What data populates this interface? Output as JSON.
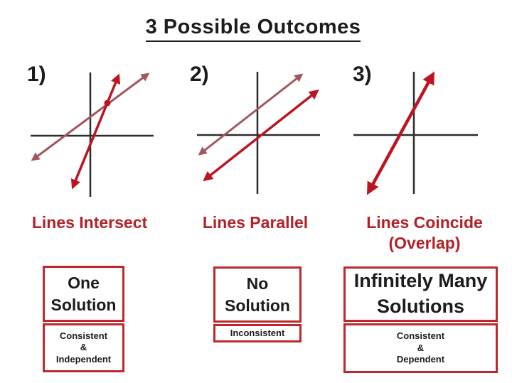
{
  "slide": {
    "title": "3 Possible Outcomes"
  },
  "panels": [
    {
      "number": "1)",
      "caption": "Lines Intersect",
      "result": "One\nSolution",
      "classification": "Consistent\n&\nIndependent"
    },
    {
      "number": "2)",
      "caption": "Lines Parallel",
      "result": "No\nSolution",
      "classification": "Inconsistent"
    },
    {
      "number": "3)",
      "caption": "Lines Coincide\n(Overlap)",
      "result": "Infinitely Many\nSolutions",
      "classification": "Consistent\n&\nDependent"
    }
  ],
  "colors": {
    "bright_line": "#bd1421",
    "muted_line": "#a2565f",
    "box_border": "#c0272d",
    "caption_text": "#b32026",
    "axis": "#2d2d2d",
    "title_text": "#1c1c1c",
    "background": "#ffffff"
  }
}
